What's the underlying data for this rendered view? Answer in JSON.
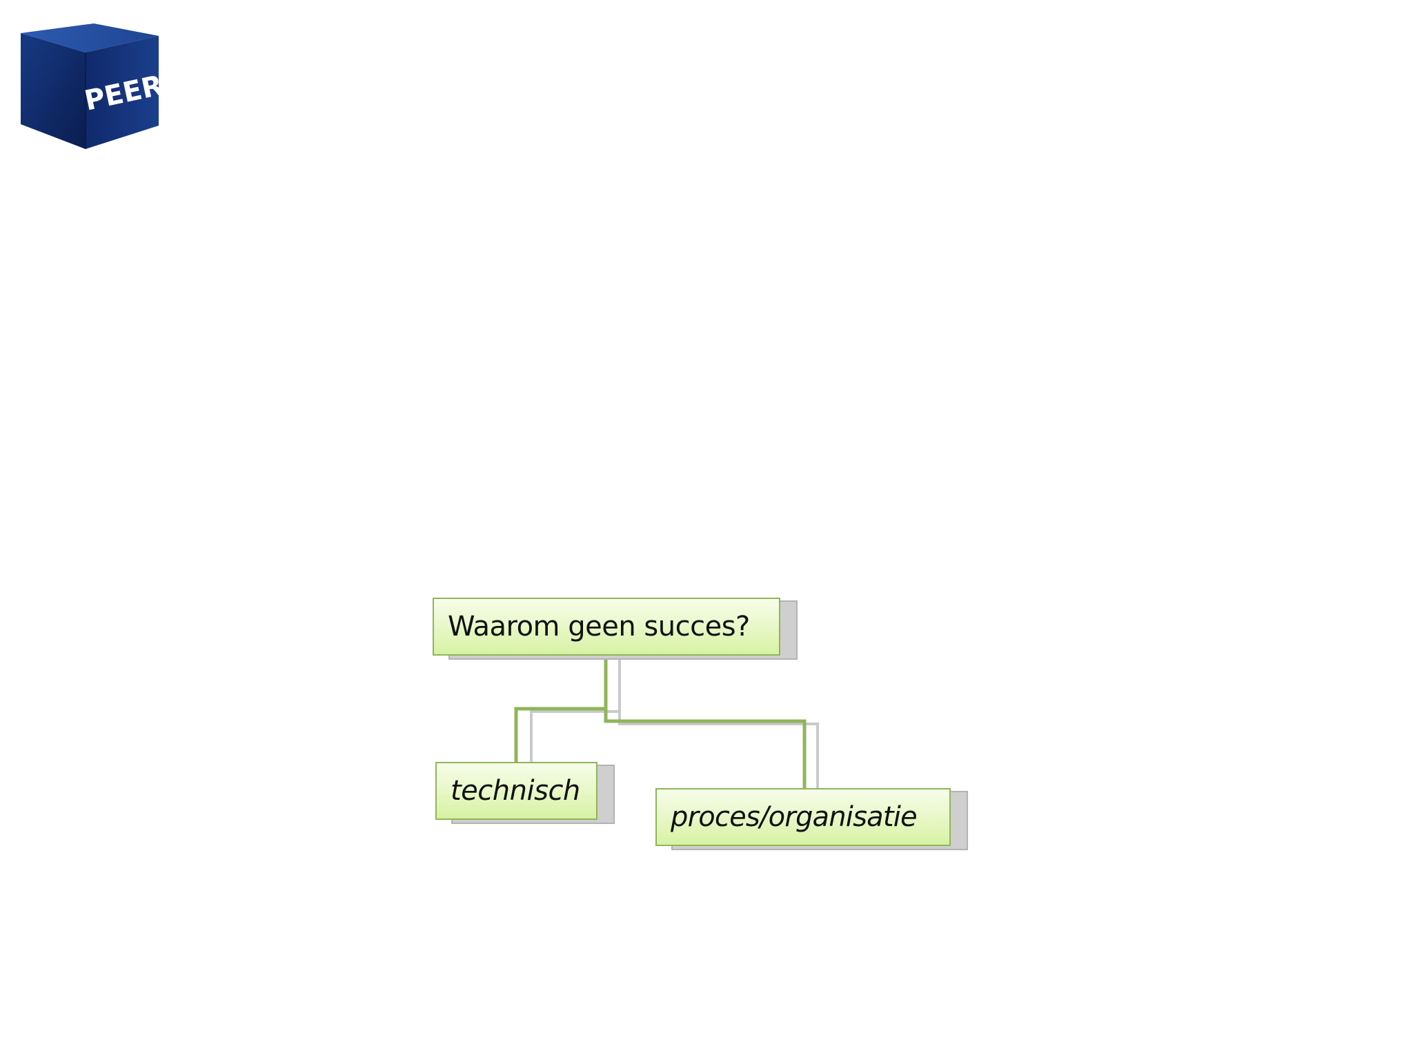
{
  "logo": {
    "text": "PEERS",
    "colors": {
      "front": "#0f2a6b",
      "top": "#2a56a8",
      "side": "#0a1d4f"
    }
  },
  "diagram": {
    "root": {
      "label": "Waarom geen succes?"
    },
    "children": [
      {
        "label": "technisch"
      },
      {
        "label": "proces/organisatie"
      }
    ],
    "colors": {
      "node_border": "#8fb559",
      "node_fill_top": "#f7fde9",
      "node_fill_bottom": "#d7f2a3",
      "connector": "#8fb559",
      "shadow": "#cfcfcf"
    }
  }
}
